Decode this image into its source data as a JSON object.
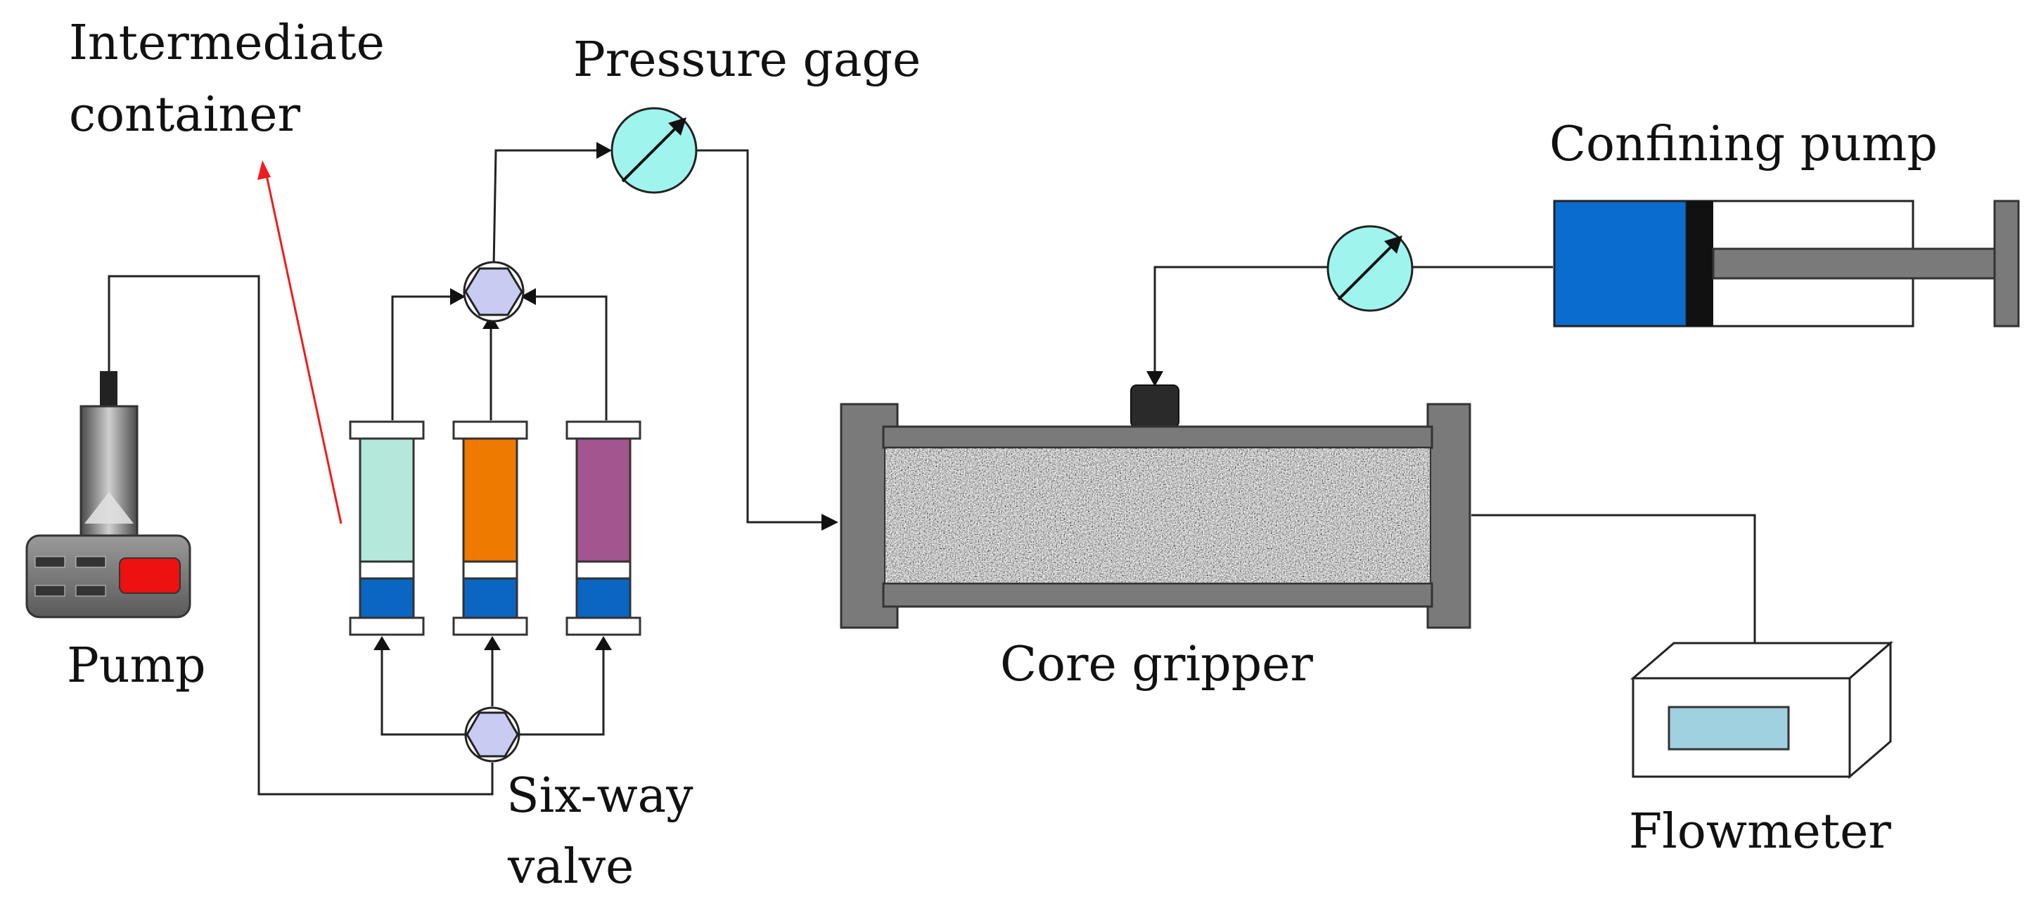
{
  "labels": {
    "intermediate_container_1": "Intermediate",
    "intermediate_container_2": "container",
    "pressure_gage": "Pressure gage",
    "confining_pump": "Confining pump",
    "pump": "Pump",
    "core_gripper": "Core gripper",
    "six_way_valve_1": "Six-way",
    "six_way_valve_2": "valve",
    "flowmeter": "Flowmeter"
  },
  "colors": {
    "gauge_face": "#9ff5ee",
    "valve_fill": "#c9cbf2",
    "container_left": "#b4e8da",
    "container_middle": "#ef7a00",
    "container_right": "#a2558f",
    "piston_blue": "#0a66c2",
    "confining_blue": "#0b6ccf",
    "pump_button": "#ee1111",
    "flowmeter_display": "#9fd1e0",
    "annotation_arrow": "#ee1c1c",
    "frame_gray": "#777777"
  },
  "icons": [
    "pump-icon",
    "intermediate-container-icon",
    "six-way-valve-icon",
    "pressure-gage-icon",
    "core-gripper-icon",
    "confining-pump-icon",
    "flowmeter-icon"
  ]
}
